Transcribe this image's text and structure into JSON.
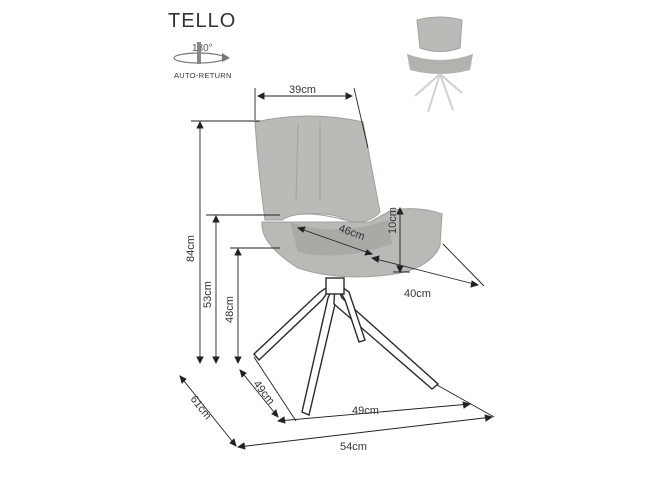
{
  "product": {
    "name": "TELLO",
    "rotation_degrees": "180°",
    "rotation_label": "AUTO-RETURN"
  },
  "dimensions": {
    "backrest_width": "39cm",
    "seat_depth": "46cm",
    "armrest_height": "10cm",
    "seat_width": "40cm",
    "total_height": "84cm",
    "armrest_floor_height": "53cm",
    "seat_height": "48cm",
    "base_depth": "49cm",
    "base_width": "49cm",
    "total_depth": "61cm",
    "total_width": "54cm"
  },
  "colors": {
    "fabric": "#b9bcb6",
    "fabric_dark": "#9ea19b",
    "line": "#222222"
  }
}
